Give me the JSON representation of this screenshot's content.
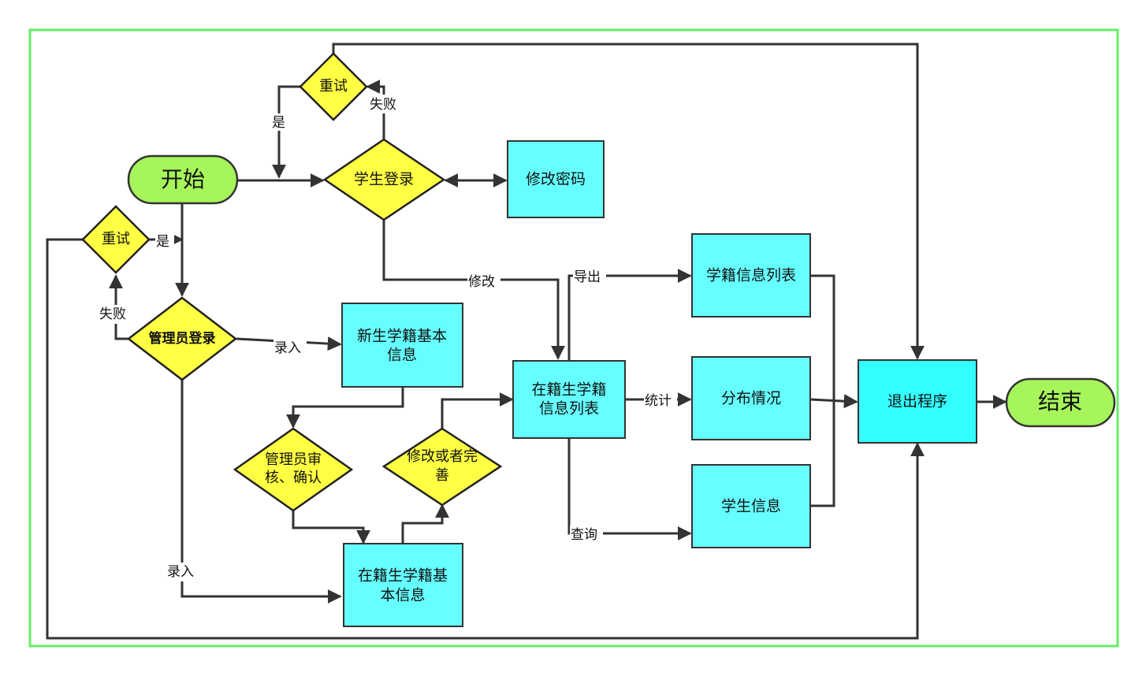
{
  "nodes": {
    "start": "开始",
    "end": "结束",
    "student_login": "学生登录",
    "retry_top": "重试",
    "change_password": "修改密码",
    "retry_left": "重试",
    "admin_login": "管理员登录",
    "new_student_info": [
      "新生学籍基本",
      "信息"
    ],
    "admin_review": [
      "管理员审",
      "核、确认"
    ],
    "modify_or_improve": [
      "修改或者完",
      "善"
    ],
    "enrolled_basic_info": [
      "在籍生学籍基",
      "本信息"
    ],
    "enrolled_list": [
      "在籍生学籍",
      "信息列表"
    ],
    "status_info_list": "学籍信息列表",
    "distribution": "分布情况",
    "student_info": "学生信息",
    "exit_program": "退出程序"
  },
  "edge_labels": {
    "yes_top": "是",
    "fail_top": "失败",
    "yes_left": "是",
    "fail_left": "失败",
    "modify": "修改",
    "enter_1": "录入",
    "enter_2": "录入",
    "export": "导出",
    "statistics": "统计",
    "query": "查询"
  },
  "colors": {
    "frame": "#66ee66",
    "process": "#66ffff",
    "exit": "#33ffff",
    "decision": "#ffff44",
    "terminal": "#a6f55a"
  }
}
